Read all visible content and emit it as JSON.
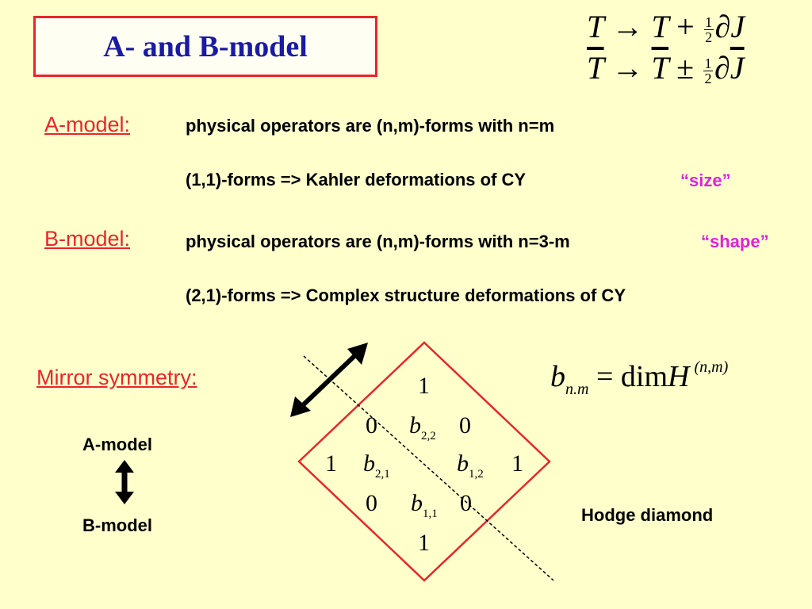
{
  "title": "A- and B-model",
  "transform": {
    "line1": {
      "lhs": "T",
      "arrow": "→",
      "rhs": "T",
      "op": "+",
      "num": "1",
      "den": "2",
      "partial": "∂",
      "J": "J"
    },
    "line2": {
      "lhs": "T",
      "arrow": "→",
      "rhs": "T",
      "op": "±",
      "num": "1",
      "den": "2",
      "partial": "∂",
      "J": "J"
    }
  },
  "a_model": {
    "label": "A-model:",
    "line1": "physical operators are (n,m)-forms with n=m",
    "line2": "(1,1)-forms  => Kahler deformations of CY",
    "note": "“size”"
  },
  "b_model": {
    "label": "B-model:",
    "line1": "physical operators are (n,m)-forms with n=3-m",
    "note": "“shape”",
    "line2": "(2,1)-forms  => Complex structure deformations of CY"
  },
  "mirror": {
    "label": "Mirror symmetry:",
    "top": "A-model",
    "bottom": "B-model"
  },
  "formula": {
    "b": "b",
    "sub": "n.m",
    "eq": "=",
    "dim": "dim",
    "H": "H",
    "sup": "(n,m)"
  },
  "hodge": {
    "caption": "Hodge diamond",
    "r1": [
      "1"
    ],
    "r2": [
      "0",
      "b",
      "2,2",
      "0"
    ],
    "r3": [
      "1",
      "b",
      "2,1",
      "b",
      "1,2",
      "1"
    ],
    "r4": [
      "0",
      "b",
      "1,1",
      "0"
    ],
    "r5": [
      "1"
    ]
  },
  "colors": {
    "background": "#ffffcc",
    "title": "#1a1aa6",
    "red": "#e8262c",
    "magenta": "#e020e0"
  }
}
